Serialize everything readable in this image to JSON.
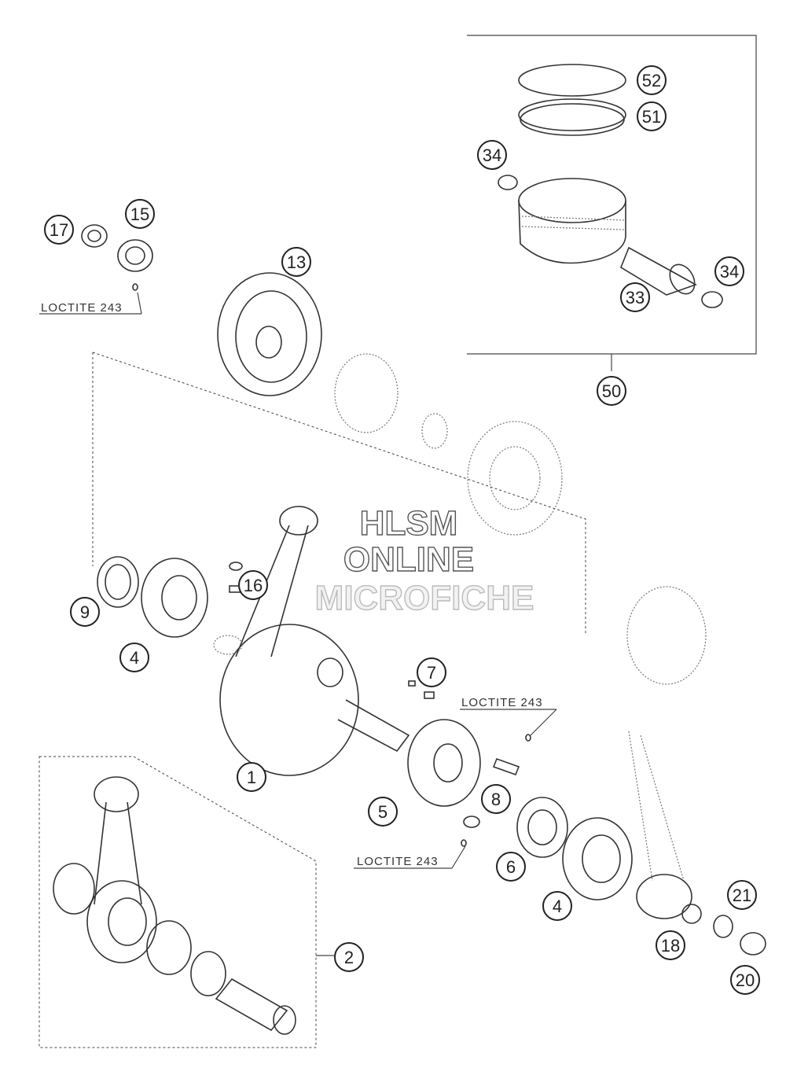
{
  "callouts": [
    {
      "label": "52"
    },
    {
      "label": "51"
    },
    {
      "label": "34"
    },
    {
      "label": "34"
    },
    {
      "label": "33"
    },
    {
      "label": "50"
    },
    {
      "label": "17"
    },
    {
      "label": "15"
    },
    {
      "label": "13"
    },
    {
      "label": "16"
    },
    {
      "label": "9"
    },
    {
      "label": "4"
    },
    {
      "label": "7"
    },
    {
      "label": "1"
    },
    {
      "label": "8"
    },
    {
      "label": "5"
    },
    {
      "label": "6"
    },
    {
      "label": "4"
    },
    {
      "label": "21"
    },
    {
      "label": "18"
    },
    {
      "label": "20"
    },
    {
      "label": "2"
    }
  ],
  "notes": [
    "LOCTITE 243",
    "LOCTITE 243",
    "LOCTITE 243"
  ],
  "watermark": {
    "line1": "HLSM",
    "line2": "ONLINE",
    "line3": "MICROFICHE"
  }
}
